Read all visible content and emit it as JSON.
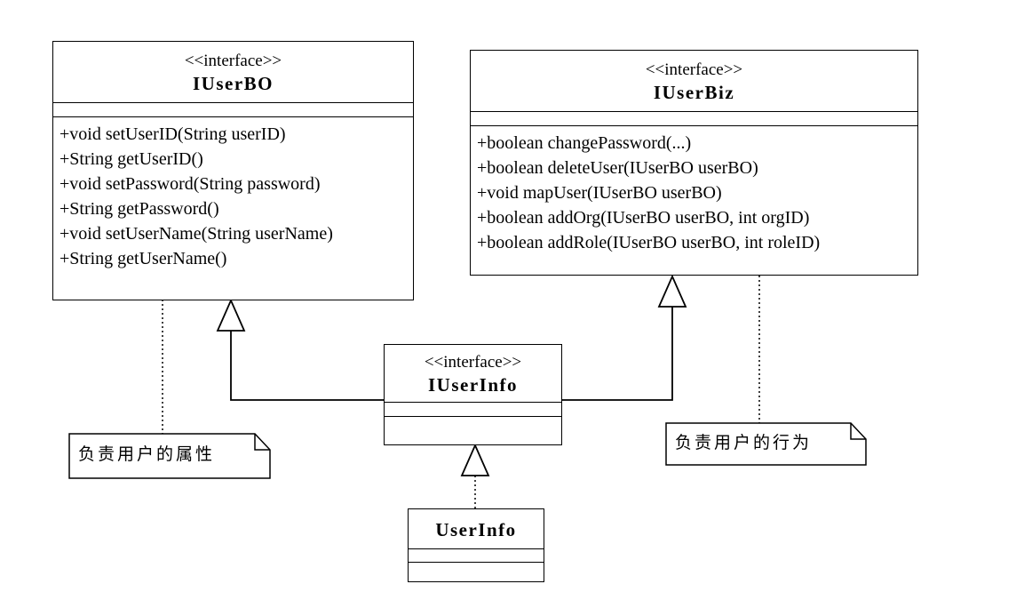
{
  "classes": {
    "iuserbo": {
      "stereotype": "<<interface>>",
      "name": "IUserBO",
      "operations": [
        "+void setUserID(String userID)",
        "+String getUserID()",
        "+void setPassword(String password)",
        "+String getPassword()",
        "+void setUserName(String userName)",
        "+String getUserName()"
      ]
    },
    "iuserbiz": {
      "stereotype": "<<interface>>",
      "name": "IUserBiz",
      "operations": [
        "+boolean changePassword(...)",
        "+boolean deleteUser(IUserBO userBO)",
        "+void mapUser(IUserBO userBO)",
        "+boolean addOrg(IUserBO userBO, int orgID)",
        "+boolean addRole(IUserBO userBO, int roleID)"
      ]
    },
    "iuserinfo": {
      "stereotype": "<<interface>>",
      "name": "IUserInfo"
    },
    "userinfo": {
      "name": "UserInfo"
    }
  },
  "notes": {
    "left": "负责用户的属性",
    "right": "负责用户的行为"
  }
}
